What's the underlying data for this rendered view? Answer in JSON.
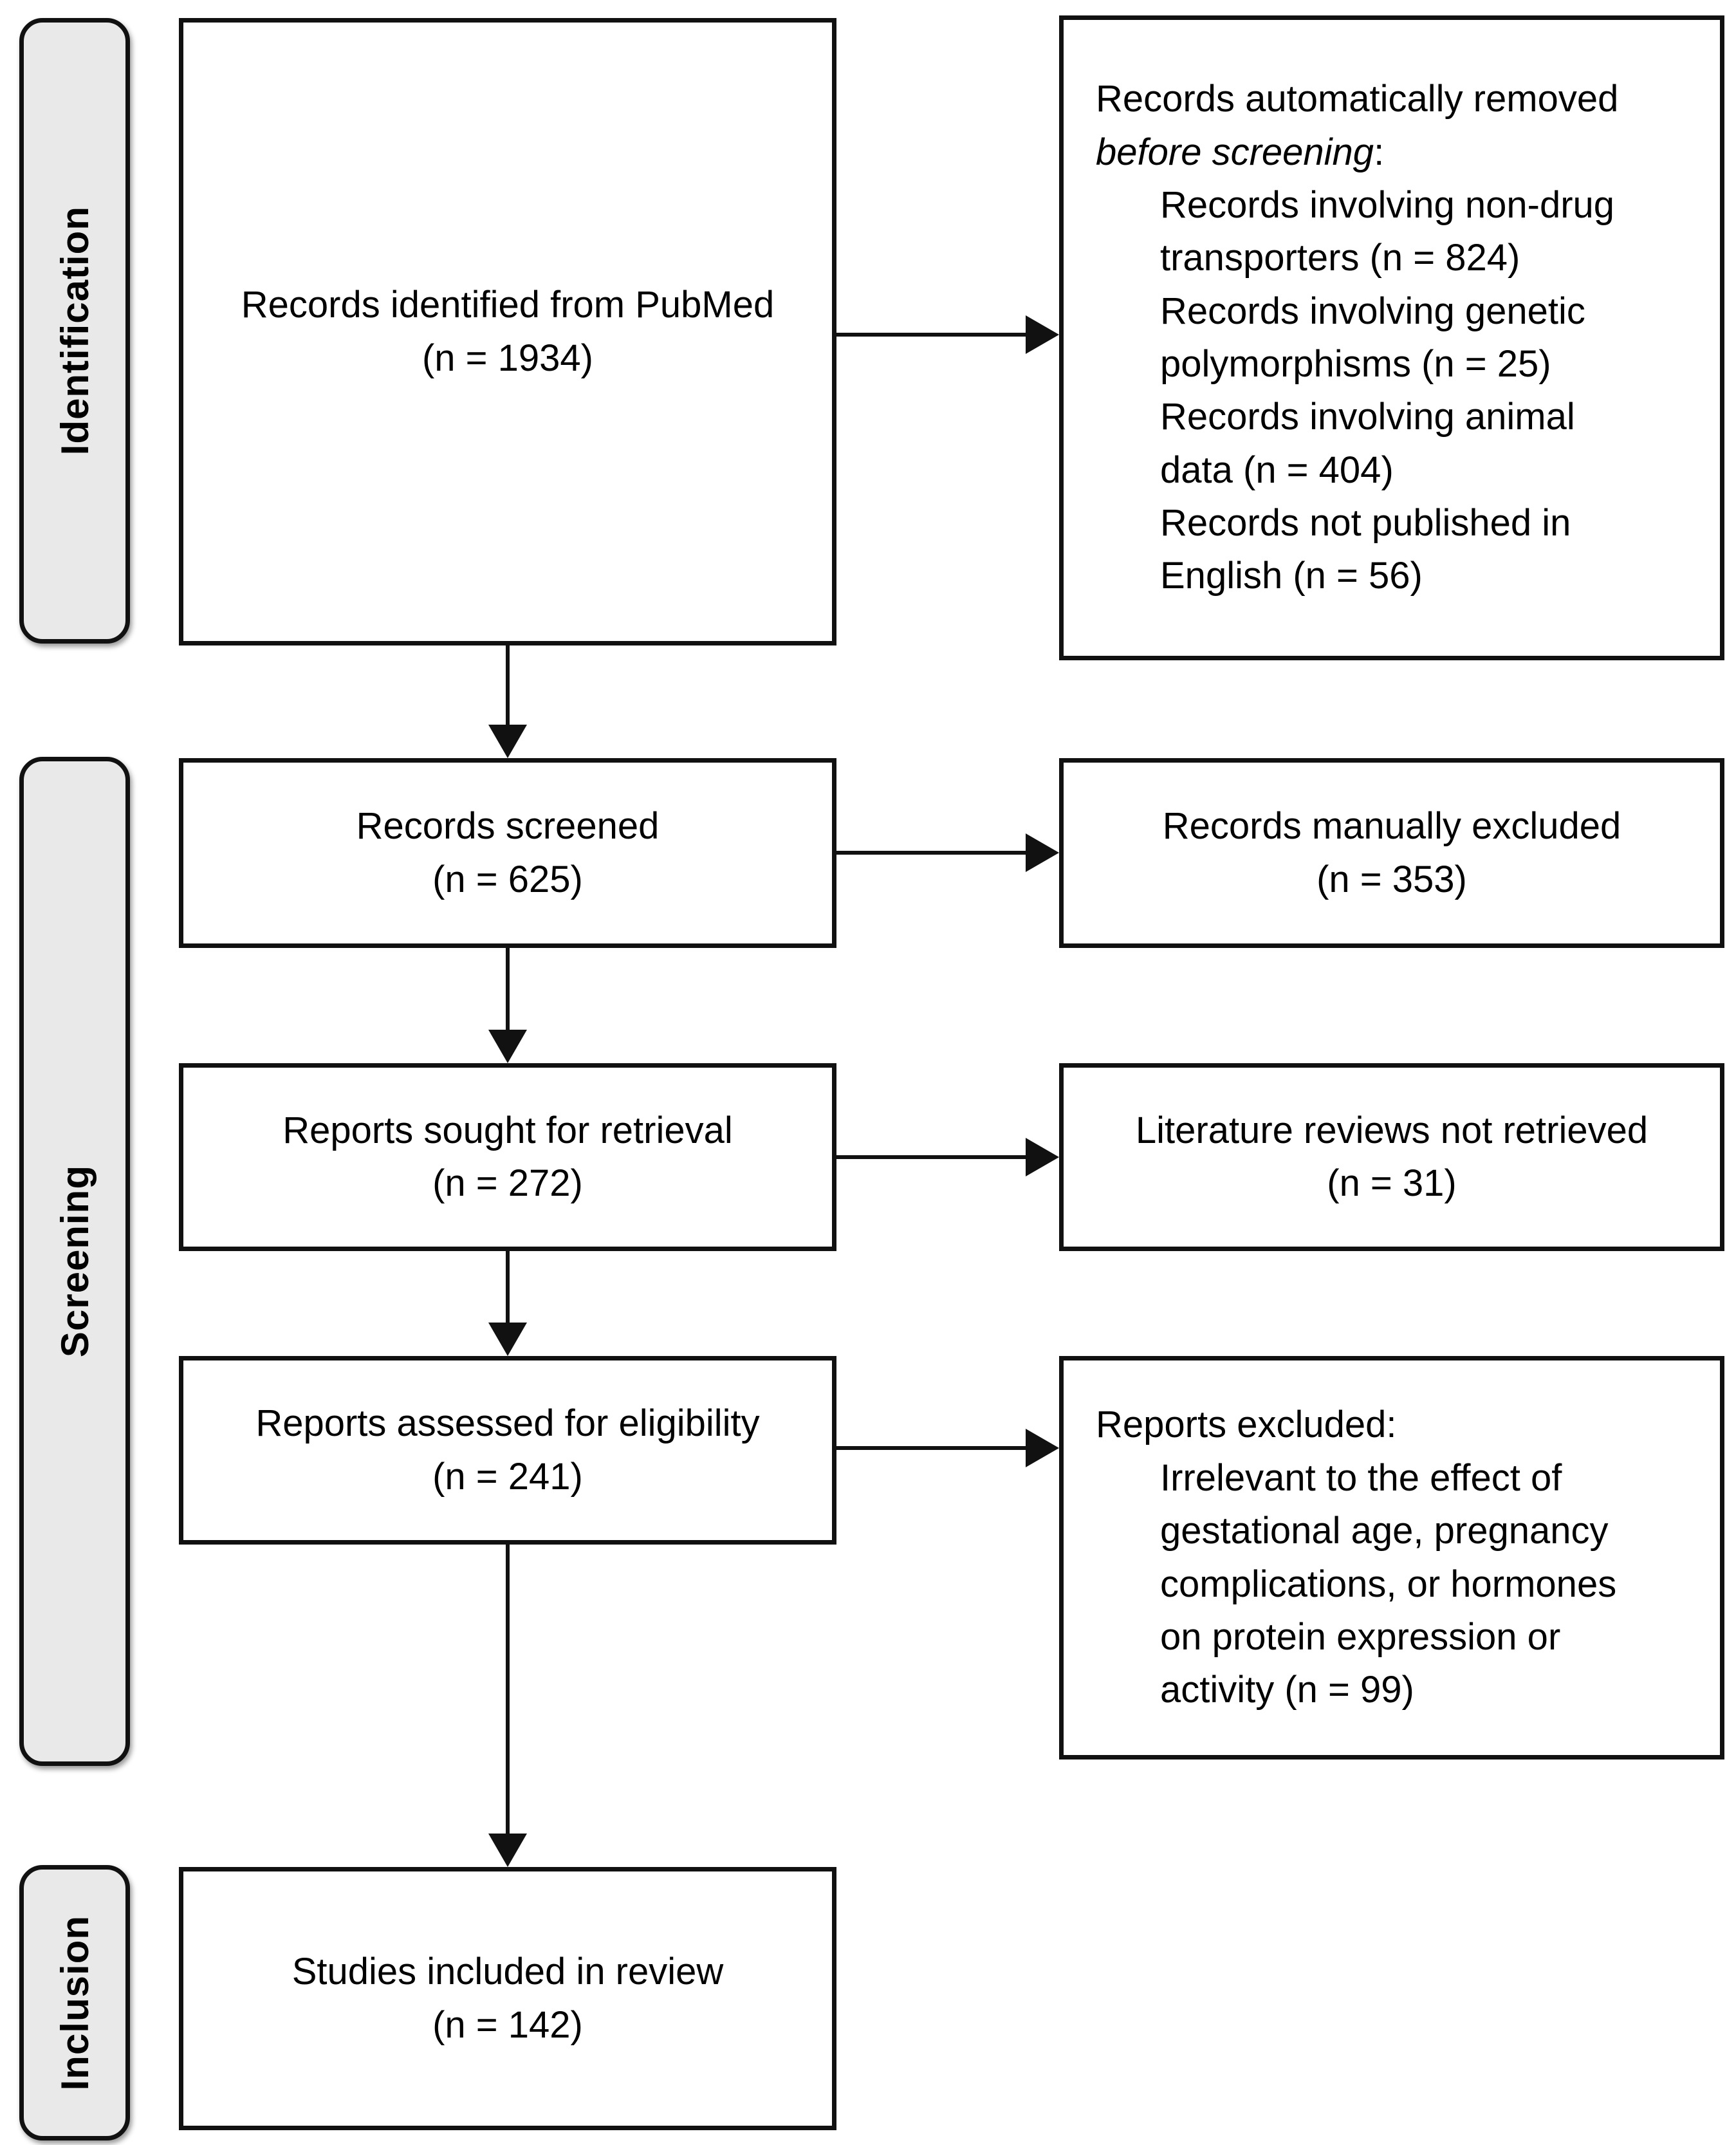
{
  "appearance": {
    "background": "#ffffff",
    "box_border_color": "#111111",
    "stage_fill": "#e9e9e9",
    "arrow_color": "#111111",
    "text_color": "#000000"
  },
  "sidebar": {
    "items": [
      {
        "label": "Identification"
      },
      {
        "label": "Screening"
      },
      {
        "label": "Inclusion"
      }
    ]
  },
  "main": {
    "identified": {
      "label": "Records identified from PubMed",
      "count": "(n = 1934)"
    },
    "screened": {
      "label": "Records screened",
      "count": "(n = 625)"
    },
    "sought": {
      "label": "Reports sought for retrieval",
      "count": "(n = 272)"
    },
    "assessed": {
      "label": "Reports assessed for eligibility",
      "count": "(n = 241)"
    },
    "included": {
      "label": "Studies included in review",
      "count": "(n = 142)"
    }
  },
  "exclusions": {
    "auto_removed": {
      "intro": "Records automatically removed ",
      "intro_italic": "before screening",
      "intro_suffix": ":",
      "items": [
        "Records involving non-drug transporters (n = 824)",
        "Records involving genetic polymorphisms (n = 25)",
        "Records involving animal data (n = 404)",
        "Records not published in English (n = 56)"
      ]
    },
    "manual": {
      "label": "Records manually excluded",
      "count": "(n = 353)"
    },
    "not_retrieved": {
      "label": "Literature reviews not retrieved",
      "count": "(n = 31)"
    },
    "reports_excluded": {
      "intro": "Reports excluded:",
      "items": [
        "Irrelevant to the effect of gestational age, pregnancy complications, or hormones on protein expression or activity (n = 99)"
      ]
    }
  }
}
